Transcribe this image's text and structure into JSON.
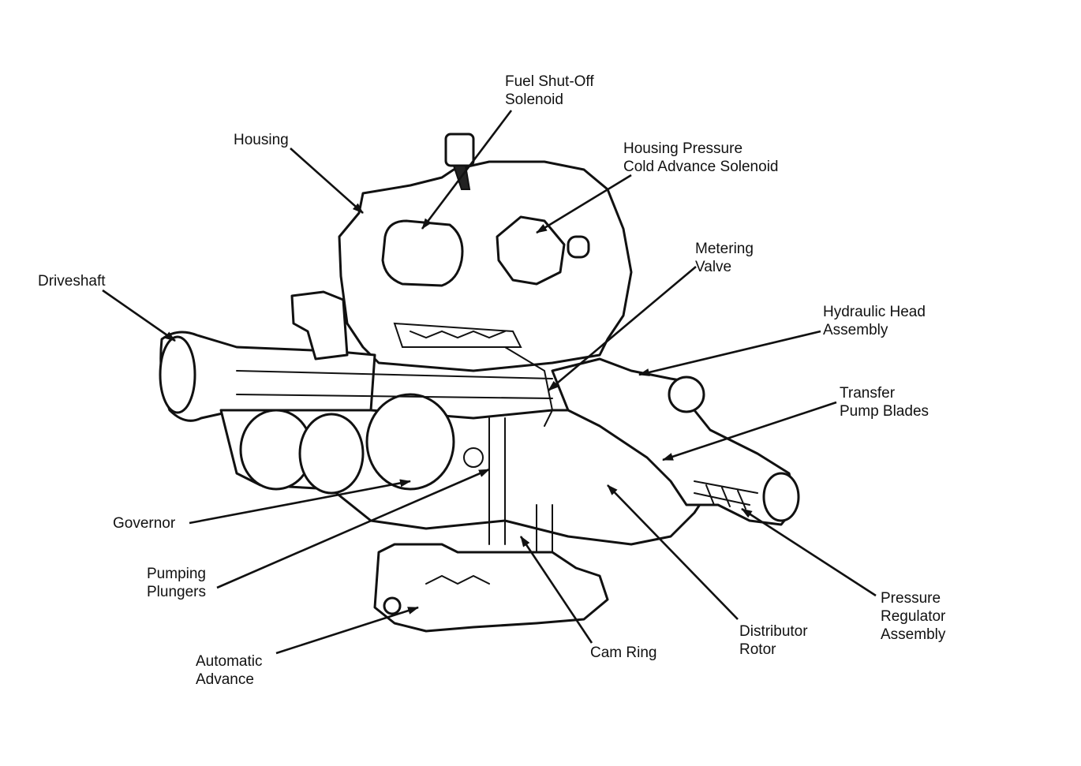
{
  "callouts": [
    {
      "id": "fuel-shut-off-solenoid",
      "lines": [
        "Fuel Shut-Off",
        "Solenoid"
      ]
    },
    {
      "id": "housing",
      "lines": [
        "Housing"
      ]
    },
    {
      "id": "housing-pressure-cold-advance-solenoid",
      "lines": [
        "Housing Pressure",
        "Cold Advance Solenoid"
      ]
    },
    {
      "id": "metering-valve",
      "lines": [
        "Metering",
        "Valve"
      ]
    },
    {
      "id": "driveshaft",
      "lines": [
        "Driveshaft"
      ]
    },
    {
      "id": "hydraulic-head-assembly",
      "lines": [
        "Hydraulic Head",
        "Assembly"
      ]
    },
    {
      "id": "transfer-pump-blades",
      "lines": [
        "Transfer",
        "Pump Blades"
      ]
    },
    {
      "id": "governor",
      "lines": [
        "Governor"
      ]
    },
    {
      "id": "pumping-plungers",
      "lines": [
        "Pumping",
        "Plungers"
      ]
    },
    {
      "id": "pressure-regulator-assembly",
      "lines": [
        "Pressure",
        "Regulator",
        "Assembly"
      ]
    },
    {
      "id": "distributor-rotor",
      "lines": [
        "Distributor",
        "Rotor"
      ]
    },
    {
      "id": "cam-ring",
      "lines": [
        "Cam Ring"
      ]
    },
    {
      "id": "automatic-advance",
      "lines": [
        "Automatic",
        "Advance"
      ]
    }
  ]
}
